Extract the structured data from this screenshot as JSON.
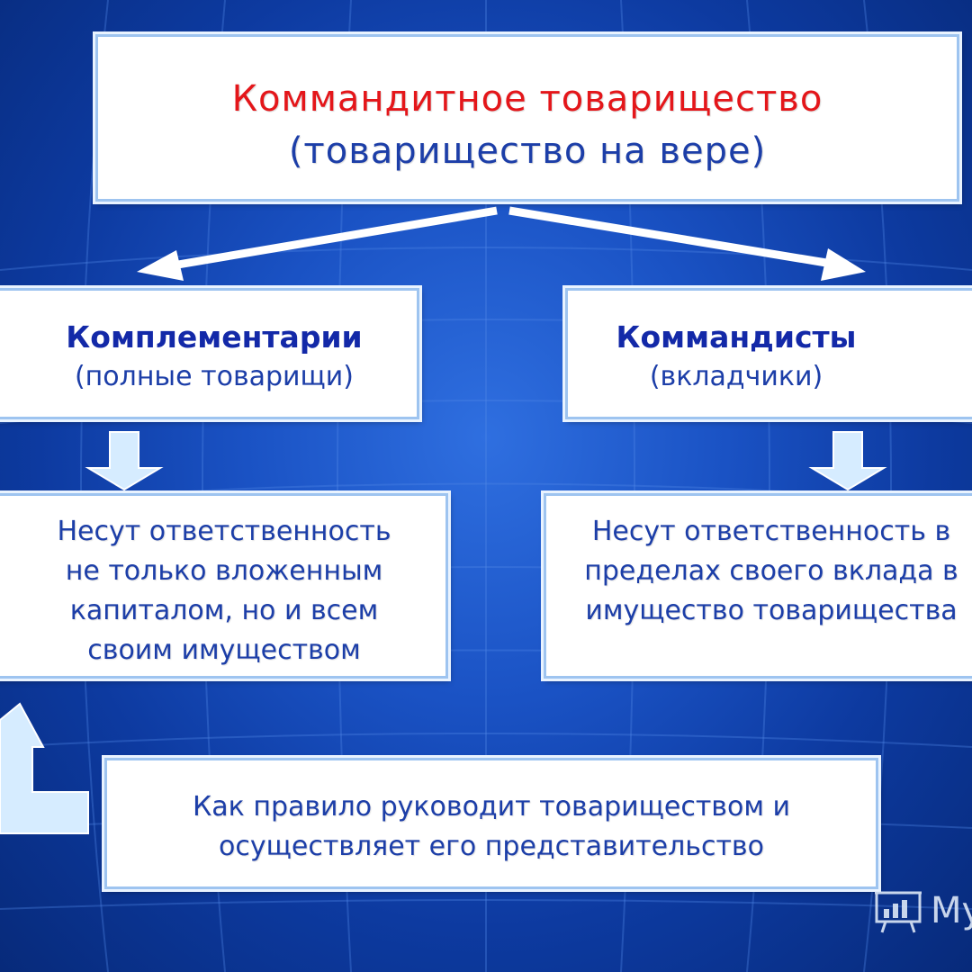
{
  "title": {
    "main": "Коммандитное товарищество",
    "sub": "(товарищество на вере)"
  },
  "left": {
    "heading": "Комплементарии",
    "subheading": "(полные товарищи)",
    "description_lines": [
      "Несут ответственность",
      "не только вложенным",
      "капиталом, но и всем",
      "своим имуществом"
    ]
  },
  "right": {
    "heading": "Коммандисты",
    "subheading": "(вкладчики)",
    "description_lines": [
      "Несут ответственность в",
      "пределах своего вклада в",
      "имущество товарищества"
    ]
  },
  "bottom": {
    "lines": [
      "Как правило руководит товариществом и",
      "осуществляет его представительство"
    ]
  },
  "watermark": {
    "text": "MyShared"
  },
  "colors": {
    "background": "#1a52c4",
    "title_main": "#e4161a",
    "text_blue": "#1c3ea8",
    "heading_blue": "#1329a8",
    "box_border": "#9ec4f0",
    "arrow": "#ffffff",
    "block_arrow": "#d6ecff"
  }
}
